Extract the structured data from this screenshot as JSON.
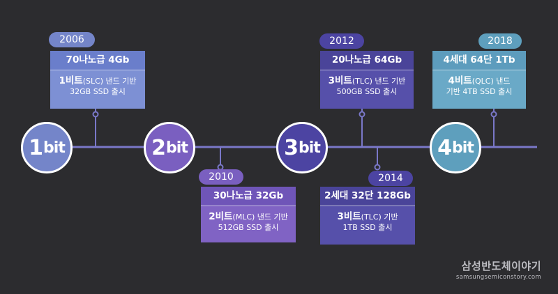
{
  "colors": {
    "background": "#2c2c2f",
    "line": "#7a78c9",
    "gen1": "#7485c9",
    "gen2": "#7a5fc0",
    "gen3": "#4c44a2",
    "gen4": "#5e9fbd",
    "head1": "#6a7ecb",
    "body1": "#7d90d4",
    "head2": "#6f55b8",
    "body2": "#8063c4",
    "head3": "#4a4499",
    "body3": "#5650aa",
    "head4": "#5d9cbd",
    "body4": "#6aa9c7"
  },
  "nodes": [
    {
      "num": "1",
      "unit": "bit"
    },
    {
      "num": "2",
      "unit": "bit"
    },
    {
      "num": "3",
      "unit": "bit"
    },
    {
      "num": "4",
      "unit": "bit"
    }
  ],
  "milestones": [
    {
      "year": "2006",
      "head": "70나노급 4Gb",
      "strong": "1비트",
      "small": "(SLC)",
      "rest": " 낸드 기반",
      "line2": "32GB SSD 출시"
    },
    {
      "year": "2010",
      "head": "30나노급 32Gb",
      "strong": "2비트",
      "small": "(MLC)",
      "rest": " 낸드 기반",
      "line2": "512GB SSD 출시"
    },
    {
      "year": "2012",
      "head": "20나노급 64Gb",
      "strong": "3비트",
      "small": "(TLC)",
      "rest": " 낸드 기반",
      "line2": "500GB SSD 출시"
    },
    {
      "year": "2014",
      "head": "2세대 32단 128Gb",
      "strong": "3비트",
      "small": "(TLC)",
      "rest": " 기반",
      "line2": "1TB SSD 출시"
    },
    {
      "year": "2018",
      "head": "4세대 64단 1Tb",
      "strong": "4비트",
      "small": "(QLC)",
      "rest": " 낸드",
      "line2": "기반 4TB SSD 출시"
    }
  ],
  "brand": {
    "name": "삼성반도체이야기",
    "url": "samsungsemiconstory.com"
  }
}
